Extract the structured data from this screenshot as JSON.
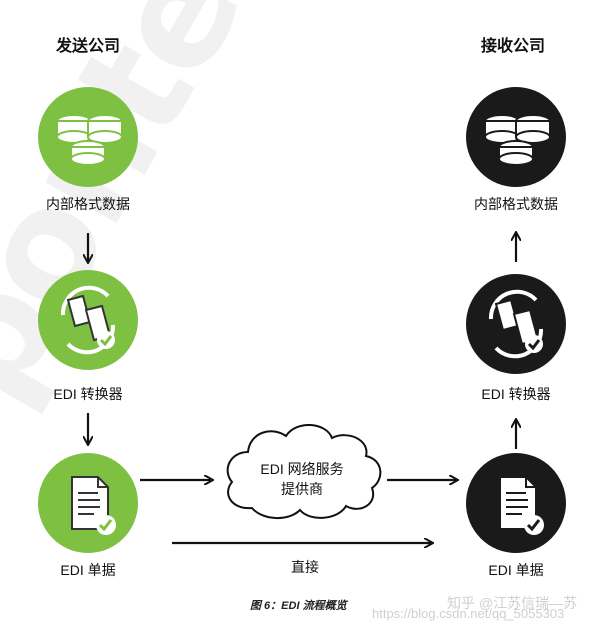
{
  "watermark": "pontext",
  "titles": {
    "left": "发送公司",
    "right": "接收公司"
  },
  "left_nodes": {
    "internal": {
      "label": "内部格式数据",
      "icon": "database-icon"
    },
    "converter": {
      "label": "EDI 转换器",
      "icon": "document-convert-icon"
    },
    "document": {
      "label": "EDI 单据",
      "icon": "document-check-icon"
    }
  },
  "right_nodes": {
    "internal": {
      "label": "内部格式数据",
      "icon": "database-icon"
    },
    "converter": {
      "label": "EDI 转换器",
      "icon": "document-convert-icon"
    },
    "document": {
      "label": "EDI 单据",
      "icon": "document-check-icon"
    }
  },
  "cloud": {
    "line1": "EDI 网络服务",
    "line2": "提供商"
  },
  "direct_label": "直接",
  "caption": "图 6：EDI 流程概览",
  "credit": "知乎 @江苏信瑞—苏",
  "url": "https://blog.csdn.net/qq_5055303",
  "colors": {
    "sender": "#7ec142",
    "receiver": "#1a1a1a"
  }
}
